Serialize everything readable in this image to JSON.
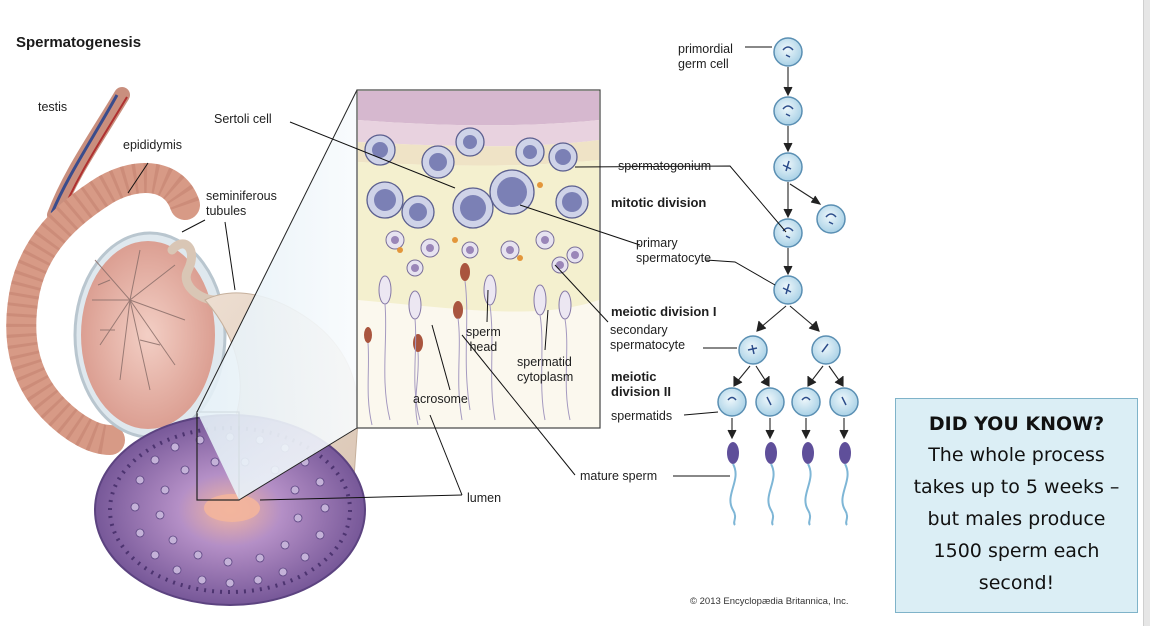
{
  "title": "Spermatogenesis",
  "labels": {
    "testis": "testis",
    "epididymis": "epididymis",
    "seminiferous_tubules": "seminiferous\ntubules",
    "sertoli_cell": "Sertoli cell",
    "sperm_head": "sperm\nhead",
    "spermatid_cytoplasm": "spermatid\ncytoplasm",
    "acrosome": "acrosome",
    "lumen": "lumen",
    "primordial_germ_cell": "primordial\ngerm cell",
    "spermatogonium": "spermatogonium",
    "mitotic_division": "mitotic division",
    "primary_spermatocyte": "primary\nspermatocyte",
    "meiotic_division_1": "meiotic division I",
    "secondary_spermatocyte": "secondary\nspermatocyte",
    "meiotic_division_2": "meiotic\ndivision II",
    "spermatids": "spermatids",
    "mature_sperm": "mature sperm"
  },
  "copyright": "© 2013 Encyclopædia Britannica, Inc.",
  "callout": {
    "heading": "DID YOU KNOW?",
    "body": "The whole process takes up to 5 weeks – but males produce 1500 sperm each second!"
  },
  "colors": {
    "cell_fill": "#cfe6f2",
    "cell_stroke": "#5a8fb3",
    "tubule_purple": "#7a5a99",
    "testis_pink": "#e6b3a8",
    "sperm_tail": "#7eb6d6",
    "sperm_head": "#5f4f9a",
    "callout_bg": "#dbeef5"
  }
}
